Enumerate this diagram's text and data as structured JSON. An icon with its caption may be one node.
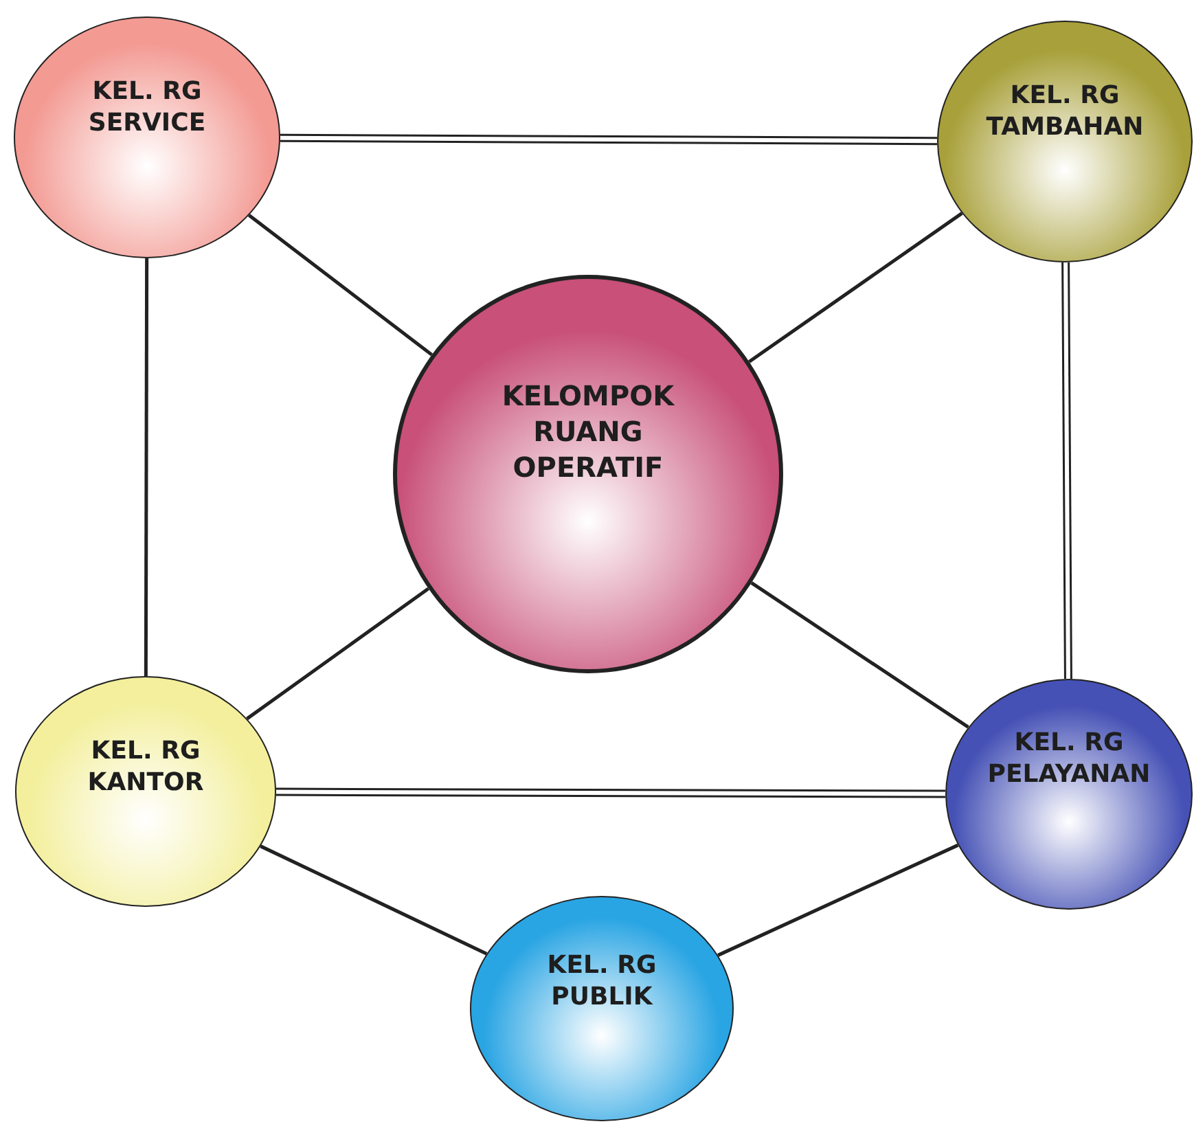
{
  "diagram": {
    "nodes": [
      {
        "text": [
          "KEL. RG SERVICE"
        ]
      },
      {
        "text": [
          "KEL. RG TAMBAHAN"
        ]
      },
      {
        "text": [
          "KELOMPOK RUANG OPERATIF"
        ]
      },
      {
        "text": [
          "KEL. RG KANTOR"
        ]
      },
      {
        "text": [
          "KEL. RG PELAYANAN"
        ]
      },
      {
        "text": [
          "KEL. RG PUBLIK"
        ]
      }
    ],
    "edges": [
      {
        "from": 0,
        "to": 1,
        "arrow": "none",
        "style": "thick"
      },
      {
        "from": 0,
        "to": 2,
        "arrow": "none"
      },
      {
        "from": 1,
        "to": 2,
        "arrow": "none"
      },
      {
        "from": 0,
        "to": 3,
        "arrow": "none"
      },
      {
        "from": 1,
        "to": 4,
        "arrow": "none",
        "style": "thick"
      },
      {
        "from": 2,
        "to": 3,
        "arrow": "none"
      },
      {
        "from": 2,
        "to": 4,
        "arrow": "none"
      },
      {
        "from": 3,
        "to": 4,
        "arrow": "none",
        "style": "thick"
      },
      {
        "from": 3,
        "to": 5,
        "arrow": "none"
      },
      {
        "from": 4,
        "to": 5,
        "arrow": "none"
      }
    ]
  }
}
